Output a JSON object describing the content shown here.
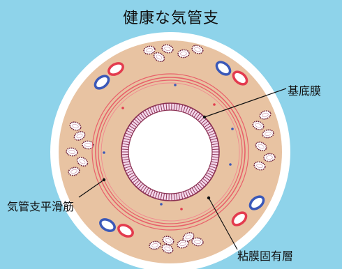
{
  "diagram": {
    "title": "健康な気管支",
    "labels": {
      "basement_membrane": "基底膜",
      "smooth_muscle": "気管支平滑筋",
      "lamina_propria": "粘膜固有層"
    }
  },
  "colors": {
    "background": "#8ed3ea",
    "outer_wall": "#ffffff",
    "submucosa": "#e8c3a2",
    "smooth_muscle": "#e8606a",
    "gland_outline": "#6b1f3c",
    "blood_vessel_blue": "#3a58b8",
    "blood_vessel_red": "#e33b4e",
    "epithelium": "#8a2f52",
    "lumen": "#ffffff"
  }
}
